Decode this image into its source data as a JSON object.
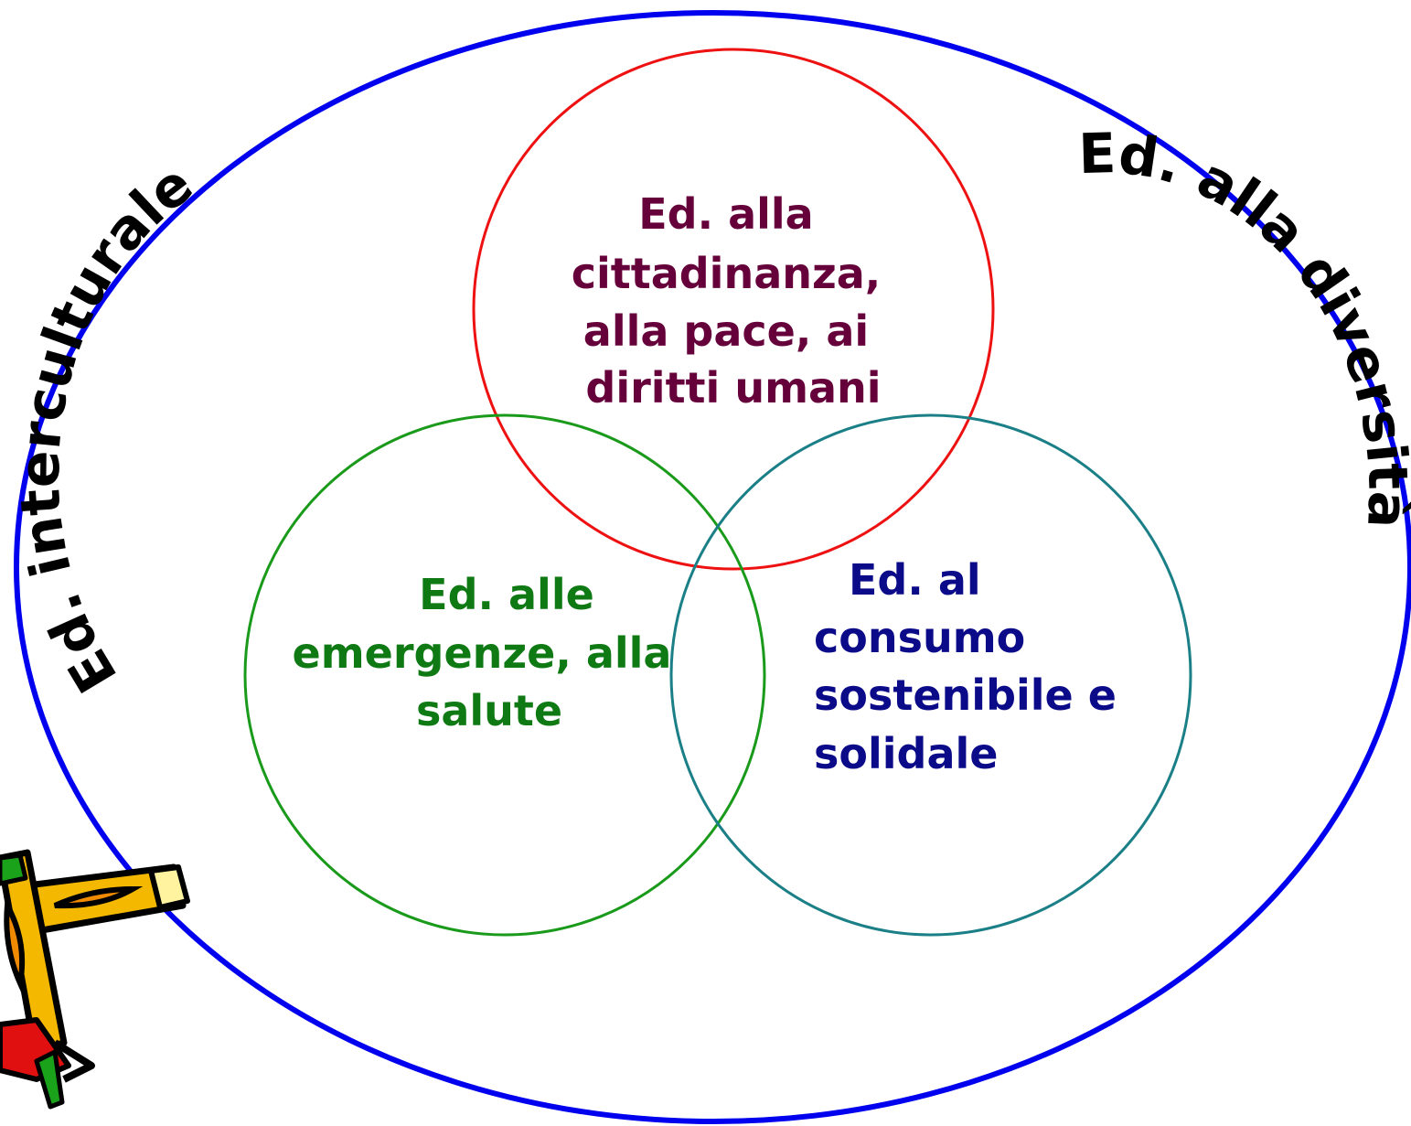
{
  "outer": {
    "label_left": "Ed. interculturale",
    "label_right": "Ed. alla diversità",
    "stroke_color": "#0000ee"
  },
  "circles": {
    "top": {
      "lines": [
        "Ed. alla",
        "cittadinanza,",
        "alla pace, ai",
        "diritti umani"
      ],
      "stroke_color": "#ee1111",
      "text_color": "#66003a"
    },
    "left": {
      "lines": [
        "Ed. alle",
        "emergenze, alla",
        "salute"
      ],
      "stroke_color": "#1a9a1a",
      "text_color": "#0f7a14"
    },
    "right": {
      "lines": [
        "Ed. al",
        "consumo",
        "sostenibile e",
        "solidale"
      ],
      "stroke_color": "#1a7f86",
      "text_color": "#0b0b8a"
    }
  },
  "decoration": {
    "icon": "pencil-cross-icon"
  }
}
